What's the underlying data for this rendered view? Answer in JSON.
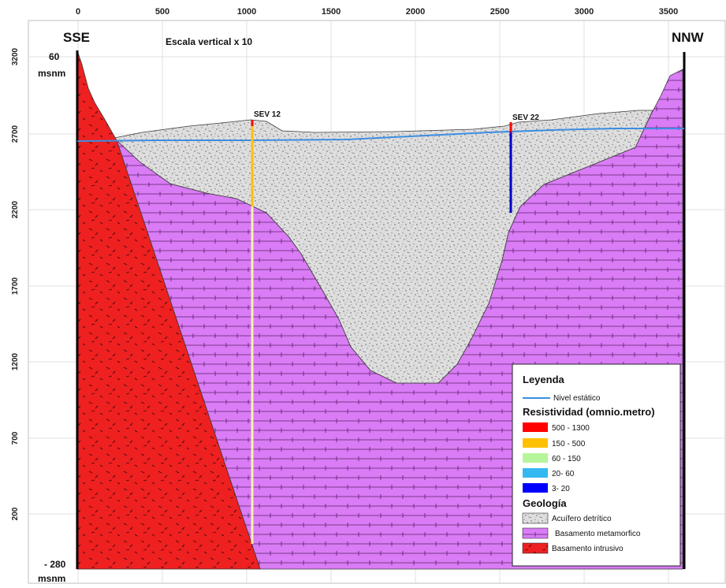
{
  "header": {
    "left_label": "SSE",
    "right_label": "NNW",
    "scale_note": "Escala vertical x 10",
    "top_elev": "60",
    "top_unit": "msnm",
    "bottom_elev": "- 280",
    "bottom_unit": "msnm"
  },
  "axes": {
    "x_ticks": [
      "0",
      "500",
      "1000",
      "1500",
      "2000",
      "2500",
      "3000",
      "3500"
    ],
    "y_ticks": [
      "3200",
      "2700",
      "2200",
      "1700",
      "1200",
      "700",
      "200"
    ]
  },
  "sev": {
    "sev12_label": "SEV 12",
    "sev22_label": "SEV 22"
  },
  "legend": {
    "title": "Leyenda",
    "static_level": "Nivel estático",
    "resistivity_title": "Resistividad (omnio.metro)",
    "resistivity": [
      {
        "label": "500 - 1300",
        "color": "#ff0000"
      },
      {
        "label": "150 - 500",
        "color": "#ffc000"
      },
      {
        "label": "60 - 150",
        "color": "#b6f59a"
      },
      {
        "label": "20- 60",
        "color": "#33b8f0"
      },
      {
        "label": "3- 20",
        "color": "#0000ff"
      }
    ],
    "geology_title": "Geología",
    "geology": [
      {
        "label": "Acuífero detrítico"
      },
      {
        "label": "Basamento metamorfico"
      },
      {
        "label": "Basamento intrusivo"
      }
    ]
  },
  "colors": {
    "intrusive": "#ee2020",
    "metamorphic": "#d97cf5",
    "aquifer": "#dcdcdc",
    "water_table": "#3c8ee0"
  }
}
